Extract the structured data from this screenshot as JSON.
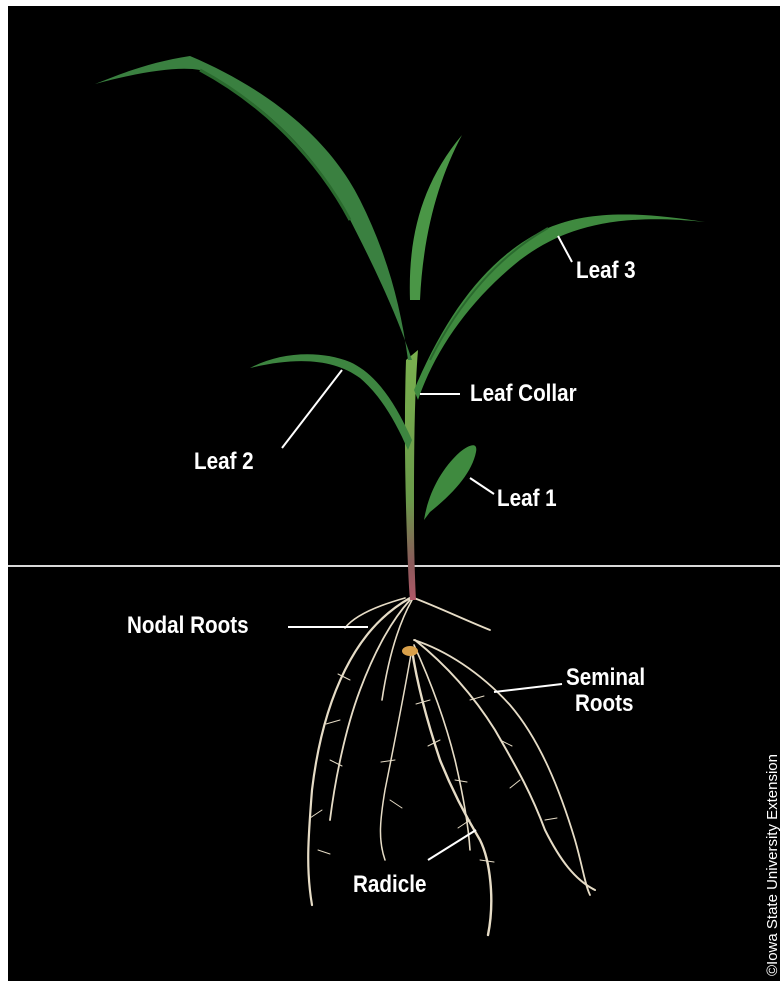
{
  "labels": {
    "leaf3": "Leaf 3",
    "leaf_collar": "Leaf Collar",
    "leaf2": "Leaf 2",
    "leaf1": "Leaf 1",
    "nodal_roots": "Nodal Roots",
    "seminal_roots_line1": "Seminal",
    "seminal_roots_line2": "Roots",
    "radicle": "Radicle"
  },
  "credit": "©Iowa State University Extension",
  "colors": {
    "background": "#000000",
    "leaf": "#3f8a3f",
    "leaf_dark": "#2a6a2e",
    "stem": "#6aa24a",
    "stem_base": "#9a4a5a",
    "roots": "#e8dcc4",
    "root_tip": "#d9a04a",
    "labels": "#ffffff"
  }
}
